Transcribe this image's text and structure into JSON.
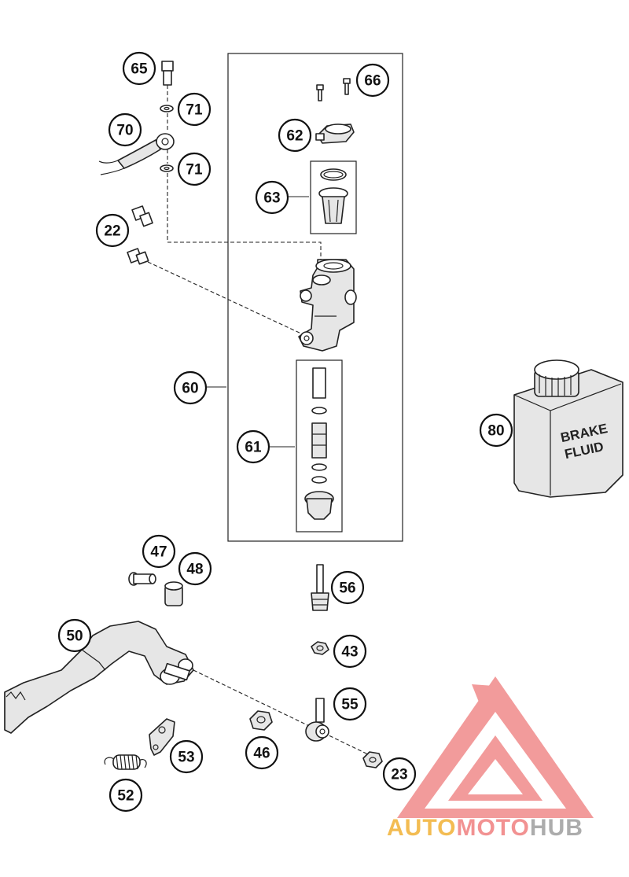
{
  "callouts": [
    {
      "id": "c65",
      "label": "65"
    },
    {
      "id": "c71a",
      "label": "71"
    },
    {
      "id": "c70",
      "label": "70"
    },
    {
      "id": "c71b",
      "label": "71"
    },
    {
      "id": "c22",
      "label": "22"
    },
    {
      "id": "c66",
      "label": "66"
    },
    {
      "id": "c62",
      "label": "62"
    },
    {
      "id": "c63",
      "label": "63"
    },
    {
      "id": "c60",
      "label": "60"
    },
    {
      "id": "c61",
      "label": "61"
    },
    {
      "id": "c80",
      "label": "80"
    },
    {
      "id": "c47",
      "label": "47"
    },
    {
      "id": "c48",
      "label": "48"
    },
    {
      "id": "c56",
      "label": "56"
    },
    {
      "id": "c50",
      "label": "50"
    },
    {
      "id": "c43",
      "label": "43"
    },
    {
      "id": "c55",
      "label": "55"
    },
    {
      "id": "c46",
      "label": "46"
    },
    {
      "id": "c53",
      "label": "53"
    },
    {
      "id": "c23",
      "label": "23"
    },
    {
      "id": "c52",
      "label": "52"
    }
  ],
  "bottle": {
    "line1": "BRAKE",
    "line2": "FLUID"
  },
  "watermark": {
    "part1": "AUTO",
    "part2": "MOTO",
    "part3": "HUB",
    "color1": "#f2b134",
    "color2": "#f08080",
    "color3": "#9e9e9e",
    "logo_color": "#f08a8a"
  }
}
